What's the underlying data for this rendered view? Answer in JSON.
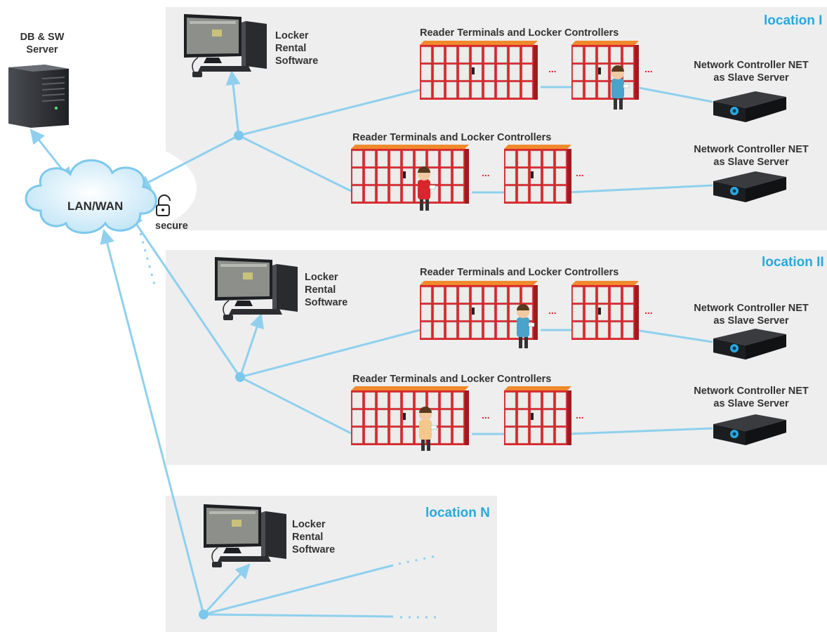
{
  "server": {
    "label": "DB & SW\nServer",
    "icon": "server-tower-icon"
  },
  "network": {
    "label": "LAN/WAN",
    "secure_label": "secure",
    "icon": "padlock-icon"
  },
  "colors": {
    "accent": "#27a9dd",
    "line": "#8fd0ee",
    "node": "#7cc8ec",
    "locker_red": "#d9262c",
    "locker_orange": "#f08a2b",
    "region_bg": "#eeeeef"
  },
  "locations": [
    {
      "title": "location I",
      "software_label": "Locker\nRental\nSoftware",
      "rows": [
        {
          "locker_label": "Reader Terminals and Locker Controllers",
          "ellipsis": "...",
          "controller_label": "Network Controller NET\nas Slave Server"
        },
        {
          "locker_label": "Reader Terminals and Locker Controllers",
          "ellipsis": "...",
          "controller_label": "Network Controller NET\nas Slave Server"
        }
      ]
    },
    {
      "title": "location II",
      "software_label": "Locker\nRental\nSoftware",
      "rows": [
        {
          "locker_label": "Reader Terminals and Locker Controllers",
          "ellipsis": "...",
          "controller_label": "Network Controller NET\nas Slave Server"
        },
        {
          "locker_label": "Reader Terminals and Locker Controllers",
          "ellipsis": "...",
          "controller_label": "Network Controller NET\nas Slave Server"
        }
      ]
    },
    {
      "title": "location N",
      "software_label": "Locker\nRental\nSoftware",
      "rows": []
    }
  ],
  "continuation": "· · · ·"
}
